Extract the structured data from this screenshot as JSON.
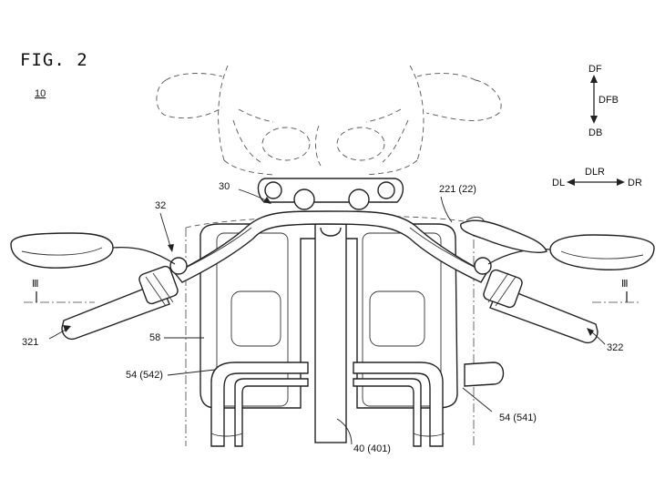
{
  "figure": {
    "title": "FIG. 2",
    "ref": "10"
  },
  "directions": {
    "front": "DF",
    "back": "DB",
    "front_back": "DFB",
    "left": "DL",
    "right": "DR",
    "left_right": "DLR"
  },
  "labels": {
    "l30": "30",
    "l32": "32",
    "l221": "221 (22)",
    "l321": "321",
    "l322": "322",
    "l58": "58",
    "l542": "54 (542)",
    "l541": "54 (541)",
    "l40": "40 (401)",
    "sec_left": "Ⅲ",
    "sec_right": "Ⅲ"
  }
}
